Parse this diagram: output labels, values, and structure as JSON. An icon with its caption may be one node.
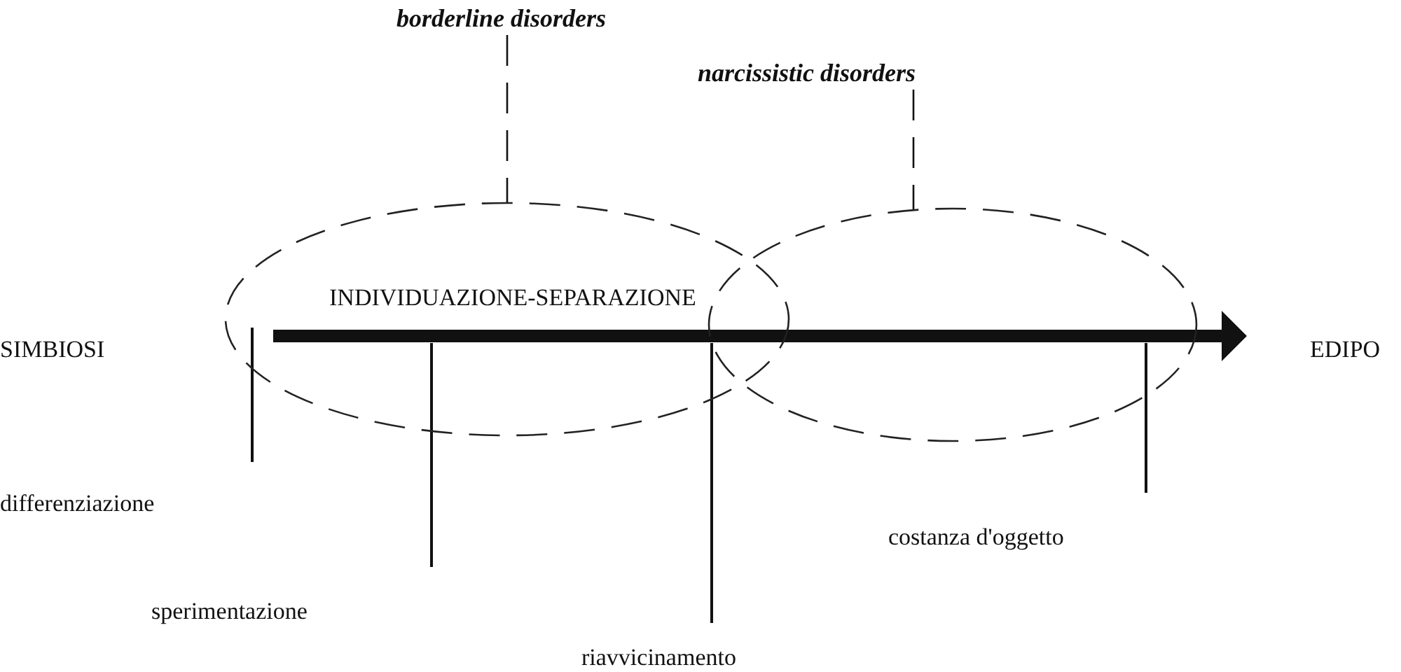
{
  "diagram": {
    "nodes": [
      {
        "text": [
          "borderline disorders"
        ]
      },
      {
        "text": [
          "narcissistic disorders"
        ]
      },
      {
        "text": [],
        "shape": "ellipse"
      },
      {
        "text": [],
        "shape": "ellipse"
      },
      {
        "text": [
          "differenziazione"
        ]
      },
      {
        "text": [
          "sperimentazione"
        ]
      },
      {
        "text": [
          "riavvicinamento"
        ]
      },
      {
        "text": [
          "costanza d'oggetto"
        ]
      }
    ],
    "edges": [
      {
        "from": 0,
        "to": 2,
        "arrow": "none",
        "style": "dashed"
      },
      {
        "from": 1,
        "to": 3,
        "arrow": "none",
        "style": "dashed"
      }
    ],
    "labels": [
      "INDIVIDUAZIONE-SEPARAZIONE",
      "SIMBIOSI",
      "EDIPO"
    ]
  }
}
